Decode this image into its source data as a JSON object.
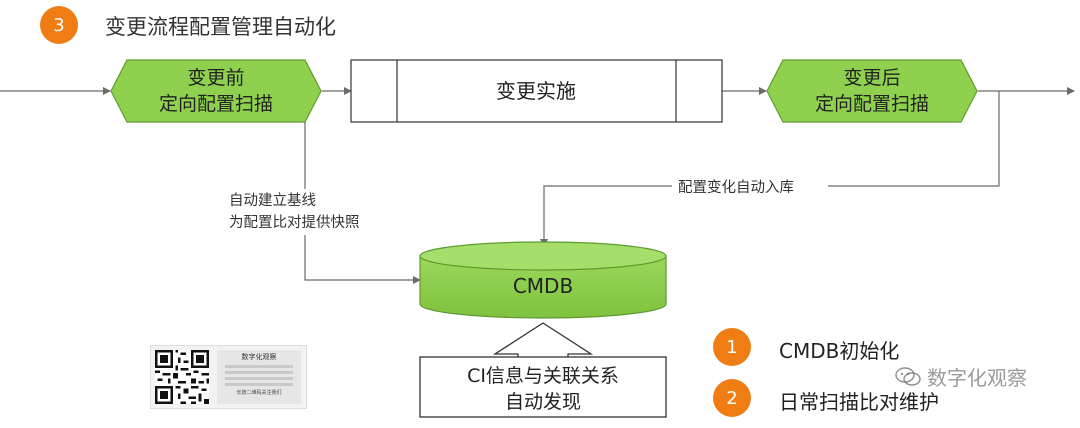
{
  "header": {
    "step_number": "3",
    "title": "变更流程配置管理自动化"
  },
  "flow": {
    "pre_scan": [
      "变更前",
      "定向配置扫描"
    ],
    "implementation": "变更实施",
    "post_scan": [
      "变更后",
      "定向配置扫描"
    ],
    "baseline_note": [
      "自动建立基线",
      "为配置比对提供快照"
    ],
    "inbound_note": "配置变化自动入库",
    "cmdb": "CMDB",
    "discovery": [
      "CI信息与关联关系",
      "自动发现"
    ]
  },
  "legend": [
    {
      "number": "1",
      "text": "CMDB初始化"
    },
    {
      "number": "2",
      "text": "日常扫描比对维护"
    }
  ],
  "qr_card": {
    "title": "数字化观察",
    "footer": "长按二维码关注我们"
  },
  "watermark": {
    "text": "数字化观察",
    "icon": "wechat-icon"
  },
  "colors": {
    "accent_orange": "#f07d14",
    "green": "#8fd14f",
    "green_border": "#5f9a2f",
    "line": "#6b6b6b"
  }
}
